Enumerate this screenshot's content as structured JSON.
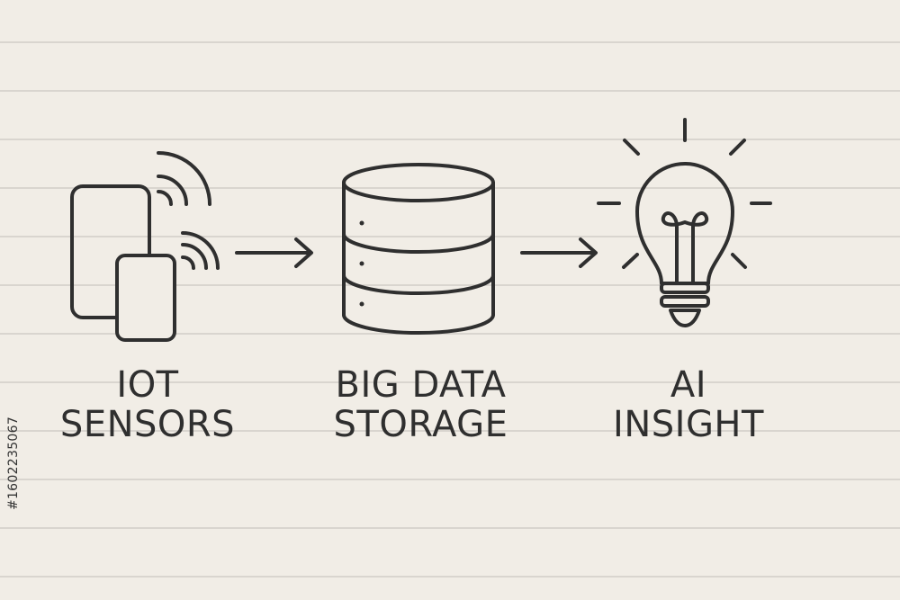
{
  "diagram": {
    "nodes": [
      {
        "id": "iot",
        "label_lines": [
          "IOT",
          "SENSORS"
        ],
        "icon": "iot-sensors-icon"
      },
      {
        "id": "storage",
        "label_lines": [
          "BIG DATA",
          "STORAGE"
        ],
        "icon": "database-icon"
      },
      {
        "id": "ai",
        "label_lines": [
          "AI",
          "INSIGHT"
        ],
        "icon": "lightbulb-icon"
      }
    ],
    "edges": [
      {
        "from": "iot",
        "to": "storage",
        "icon": "arrow-right-icon"
      },
      {
        "from": "storage",
        "to": "ai",
        "icon": "arrow-right-icon"
      }
    ]
  },
  "stock_id": "#1602235067",
  "colors": {
    "ink": "#2f2f2f",
    "paper": "#f1ede6",
    "rule_line": "#d9d5cf"
  }
}
